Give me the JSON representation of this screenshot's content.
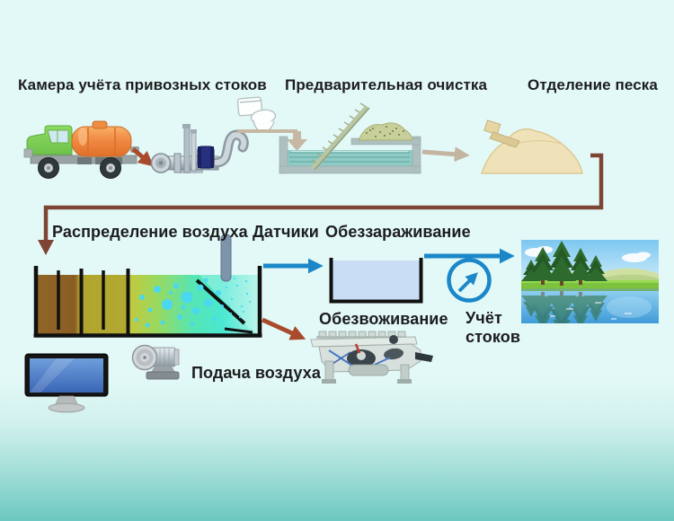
{
  "labels": {
    "intake": "Камера учёта привозных стоков",
    "pretreatment": "Предварительная очистка",
    "sand_separation": "Отделение песка",
    "air_distribution": "Распределение воздуха",
    "sensors": "Датчики",
    "disinfection": "Обеззараживание",
    "dewatering": "Обезвоживание",
    "flow_metering": "Учёт стоков",
    "air_supply": "Подача воздуха"
  },
  "colors": {
    "background_top": "#e3f9f7",
    "background_bottom": "#6cc8c1",
    "arrow_blue": "#1b87c9",
    "arrow_rust": "#a94a2c",
    "arrow_tan": "#c3b5a1",
    "routing_line_brown": "#7e4434",
    "label_text": "#1c1c1e",
    "truck_cab_green": "#7fd156",
    "truck_tank_orange": "#f08a42",
    "disinfection_fill": "#c9def5"
  },
  "icons": [
    "vacuum-truck-icon",
    "intake-pump-icon",
    "toilet-icon",
    "screen-tank-icon",
    "sand-pile-icon",
    "aeration-tank-icon",
    "sensor-probe-icon",
    "disinfection-tank-icon",
    "flow-meter-icon",
    "river-landscape-image",
    "computer-monitor-icon",
    "air-blower-icon",
    "filter-press-icon"
  ]
}
